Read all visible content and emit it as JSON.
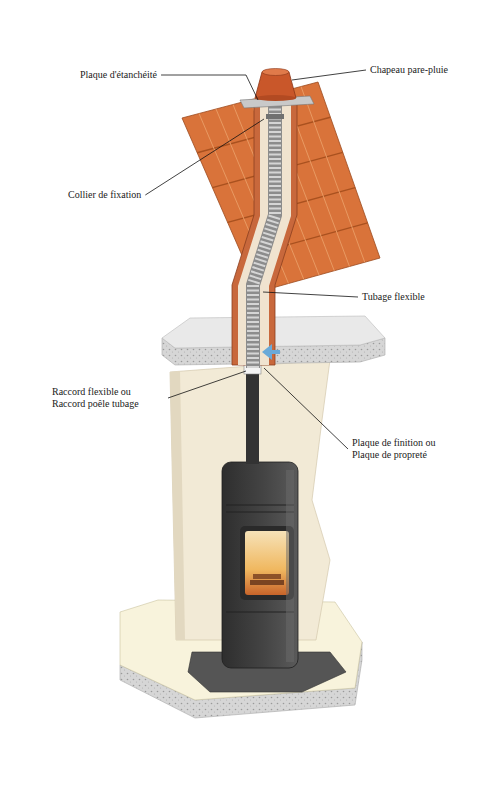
{
  "diagram": {
    "labels": [
      "Plaque d'étanchéité",
      "Chapeau pare-pluie",
      "Collier de fixation",
      "Tubage flexible",
      "Raccord flexible ou Raccord poêle tubage",
      "Plaque de finition ou Plaque de propreté"
    ]
  }
}
